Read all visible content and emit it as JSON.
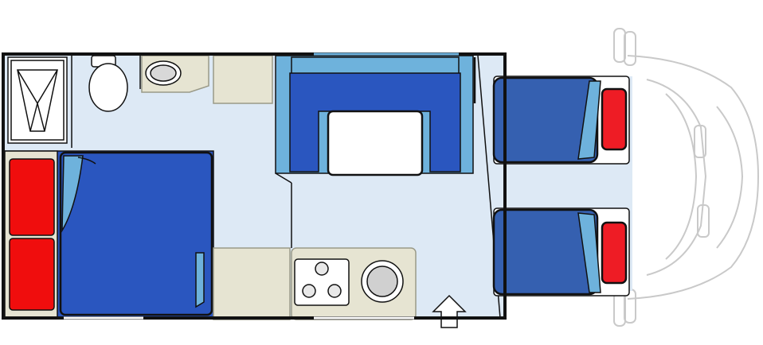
{
  "diagram": {
    "type": "floor-plan",
    "subject": "motorhome",
    "areas": [
      {
        "name": "shower",
        "icon": "shower-tray-icon"
      },
      {
        "name": "toilet",
        "icon": "toilet-icon"
      },
      {
        "name": "washbasin",
        "icon": "washbasin-icon"
      },
      {
        "name": "rear-double-bed",
        "icon": "bed-icon"
      },
      {
        "name": "dinette",
        "icon": "table-icon"
      },
      {
        "name": "kitchen",
        "icon": "stove-icon"
      },
      {
        "name": "cab-seats",
        "icon": "seat-icon"
      },
      {
        "name": "entrance",
        "icon": "arrow-up-icon"
      }
    ]
  },
  "colors": {
    "floor": "#dde9f5",
    "wall": "#111111",
    "cushion_blue": "#2a56bf",
    "cab_seat_blue": "#3560b0",
    "bench_light_blue": "#6eb2dc",
    "pillow_red": "#f00d0d",
    "cab_pillow_red": "#ee1c25",
    "counter_beige": "#e6e4d2",
    "counter_edge": "#9a9a88",
    "table_white": "#ffffff",
    "cab_outline": "#c9c9c9"
  }
}
